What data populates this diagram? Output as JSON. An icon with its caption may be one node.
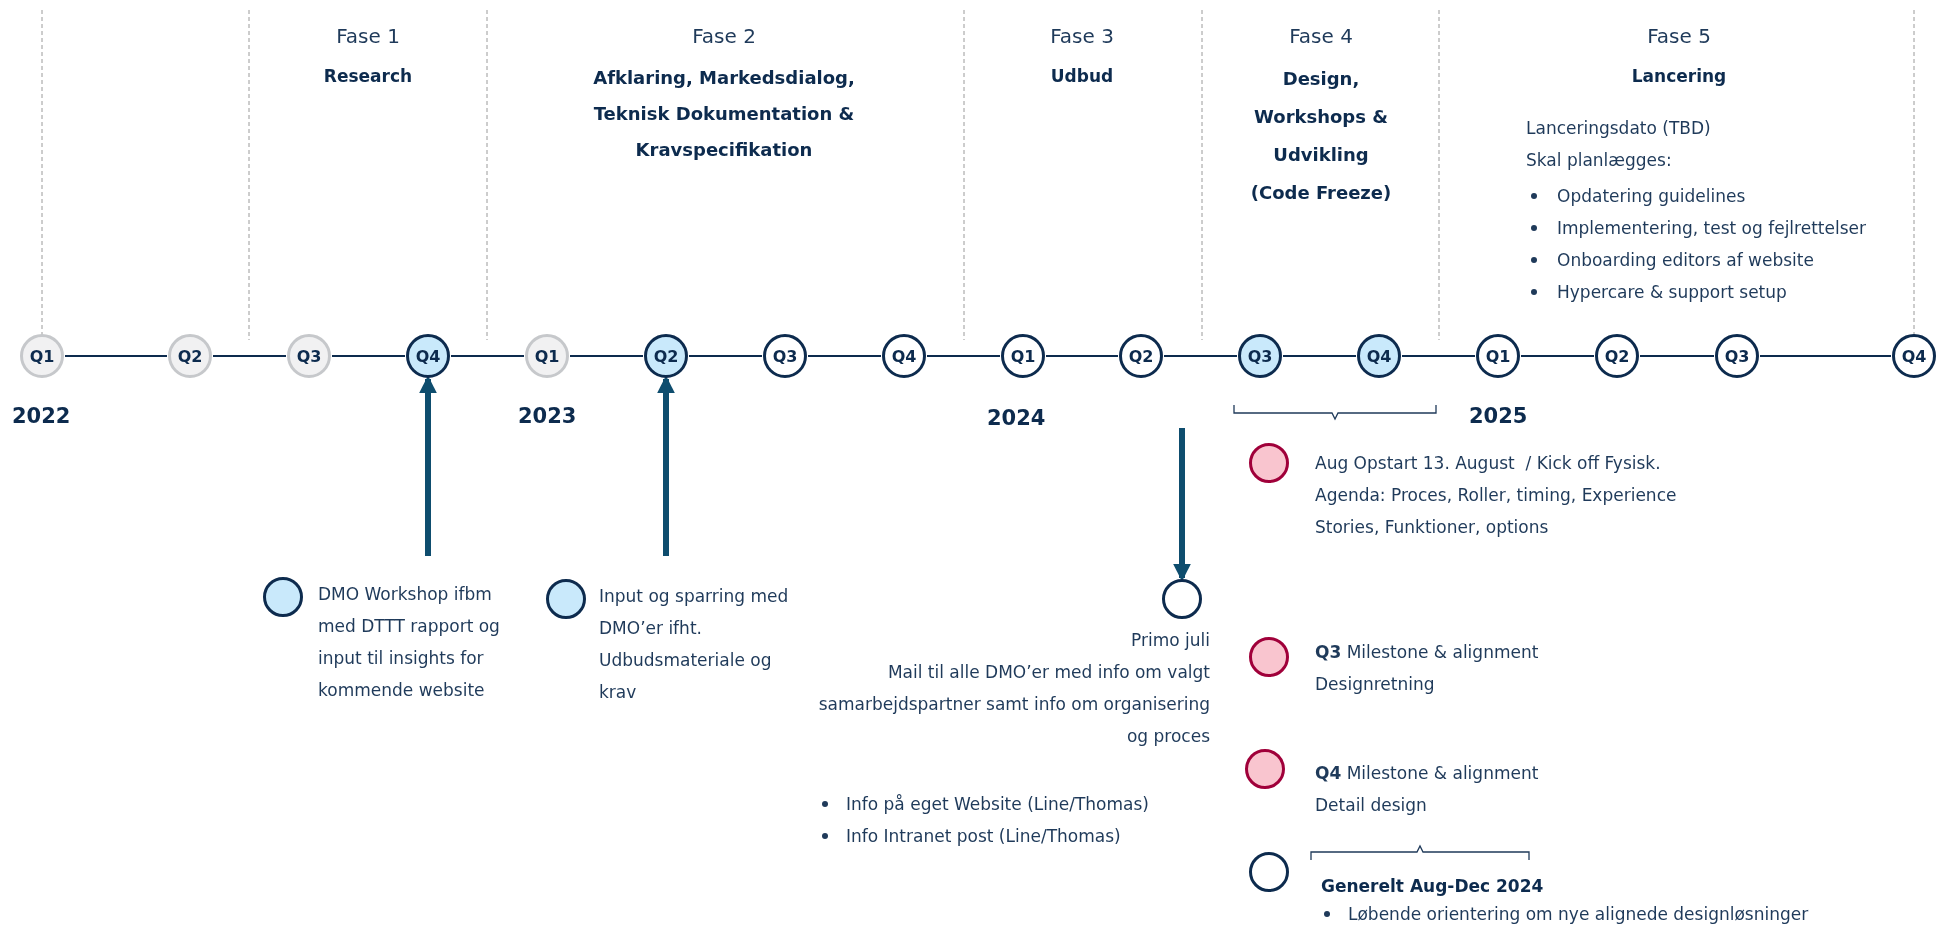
{
  "diagram": {
    "nodes": [
      {
        "text": [
          "Q1"
        ]
      },
      {
        "text": [
          "Q2"
        ]
      },
      {
        "text": [
          "Q3"
        ]
      },
      {
        "text": [
          "Q4"
        ]
      },
      {
        "text": [
          "Q1"
        ]
      },
      {
        "text": [
          "Q2"
        ]
      },
      {
        "text": [
          "Q3"
        ]
      },
      {
        "text": [
          "Q4"
        ]
      },
      {
        "text": [
          "Q1"
        ]
      },
      {
        "text": [
          "Q2"
        ]
      },
      {
        "text": [
          "Q3"
        ]
      },
      {
        "text": [
          "Q4"
        ]
      },
      {
        "text": [
          "Q1"
        ]
      },
      {
        "text": [
          "Q2"
        ]
      },
      {
        "text": [
          "Q3"
        ]
      },
      {
        "text": [
          "Q4"
        ]
      },
      {
        "text": [],
        "shape": "circle",
        "beside": [
          "DMO Workshop ifbm med DTTT rapport og input til insights for kommende website"
        ]
      },
      {
        "text": [],
        "shape": "circle",
        "beside": [
          "Input og sparring med DMO’er ifht. Udbudsmateriale og krav"
        ]
      },
      {
        "text": [],
        "shape": "circle",
        "beside": [
          "Primo juli",
          "Mail til alle DMO’er med info om valgt samarbejdspartner samt info om organisering og proces",
          "Info på eget Website (Line/Thomas)",
          "Info Intranet post (Line/Thomas)"
        ]
      },
      {
        "text": [],
        "shape": "circle",
        "beside": [
          "Aug Opstart 13. August  / Kick off Fysisk.",
          "Agenda: Proces, Roller, timing, Experience Stories, Funktioner, options"
        ]
      },
      {
        "text": [],
        "shape": "circle",
        "beside": [
          "**Q3** Milestone & alignment",
          "Designretning"
        ]
      },
      {
        "text": [],
        "shape": "circle",
        "beside": [
          "**Q4** Milestone & alignment",
          "Detail design"
        ]
      },
      {
        "text": [],
        "shape": "circle",
        "beside": [
          "Generelt Aug-Dec 2024",
          "Løbende orientering om nye alignede designløsninger"
        ]
      }
    ],
    "edges": [
      {
        "from": 0,
        "to": 1,
        "arrow": "none"
      },
      {
        "from": 1,
        "to": 2,
        "arrow": "none"
      },
      {
        "from": 2,
        "to": 3,
        "arrow": "none"
      },
      {
        "from": 3,
        "to": 4,
        "arrow": "none"
      },
      {
        "from": 4,
        "to": 5,
        "arrow": "none"
      },
      {
        "from": 5,
        "to": 6,
        "arrow": "none"
      },
      {
        "from": 6,
        "to": 7,
        "arrow": "none"
      },
      {
        "from": 7,
        "to": 8,
        "arrow": "none"
      },
      {
        "from": 8,
        "to": 9,
        "arrow": "none"
      },
      {
        "from": 9,
        "to": 10,
        "arrow": "none"
      },
      {
        "from": 10,
        "to": 11,
        "arrow": "none"
      },
      {
        "from": 11,
        "to": 12,
        "arrow": "none"
      },
      {
        "from": 12,
        "to": 13,
        "arrow": "none"
      },
      {
        "from": 13,
        "to": 14,
        "arrow": "none"
      },
      {
        "from": 14,
        "to": 15,
        "arrow": "none"
      },
      {
        "from": null,
        "to": 3,
        "arrow": "to",
        "style": "thick",
        "color": "#0e4d6e"
      },
      {
        "from": null,
        "to": 5,
        "arrow": "to",
        "style": "thick",
        "color": "#0e4d6e"
      },
      {
        "from": null,
        "to": 18,
        "arrow": "to",
        "style": "thick",
        "color": "#0e4d6e"
      }
    ],
    "labels": [
      "Fase 1",
      "Research",
      "Fase 2",
      "Afklaring, Markedsdialog, Teknisk Dokumentation & Kravspecifikation",
      "Fase 3",
      "Udbud",
      "Fase 4",
      "Design, Workshops & Udvikling (Code Freeze)",
      "Fase 5",
      "Lancering",
      "Lanceringsdato (TBD)",
      "Skal planlægges:",
      "Opdatering guidelines",
      "Implementering, test og fejlrettelser",
      "Onboarding editors af website",
      "Hypercare & support setup",
      "2022",
      "2023",
      "2024",
      "2025"
    ]
  }
}
